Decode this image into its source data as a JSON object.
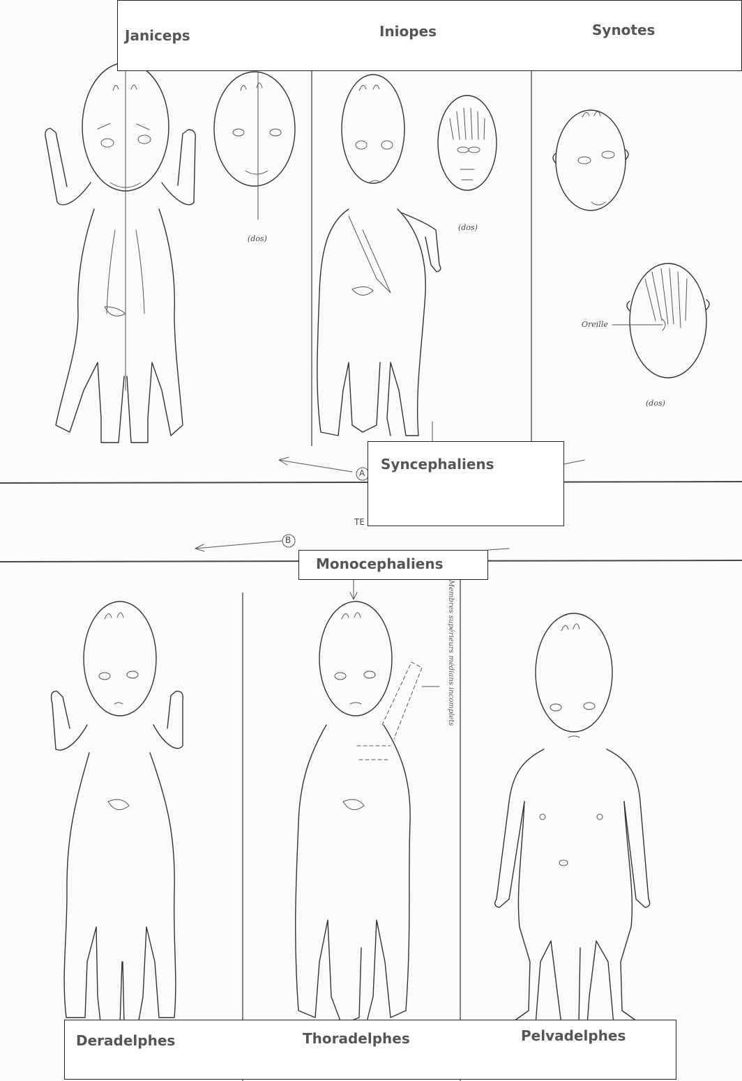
{
  "top_box": {
    "labels": [
      "Janiceps",
      "Iniopes",
      "Synotes"
    ]
  },
  "middle": {
    "syncephaliens": "Syncephaliens",
    "monocephaliens": "Monocephaliens",
    "cut_text": "TE",
    "marker_a": "A",
    "marker_b": "B"
  },
  "annotations": {
    "dos_label": "(dos)",
    "oreille_label": "Oreille",
    "vertical_note": "Membres supérieurs médians incomplets"
  },
  "bottom_box": {
    "labels": [
      "Deradelphes",
      "Thoradelphes",
      "Pelvadelphes"
    ]
  }
}
